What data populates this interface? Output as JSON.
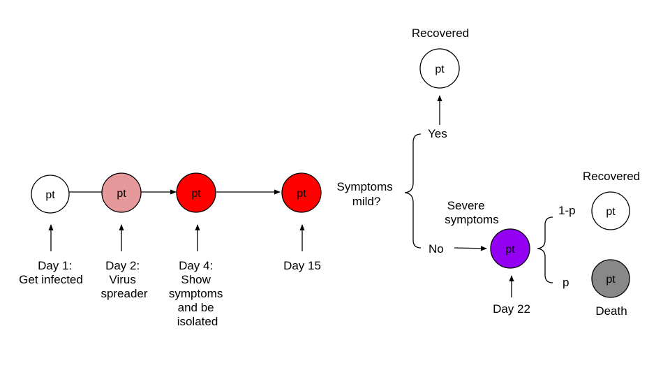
{
  "colors": {
    "infected": "#ffffff",
    "spreader": "#e6999a",
    "symptomatic": "#ff0000",
    "severe": "#9400f2",
    "death": "#888888",
    "recovered": "#ffffff"
  },
  "nodes": {
    "day1": "pt",
    "day2": "pt",
    "day4": "pt",
    "day15": "pt",
    "recovered_mild": "pt",
    "severe": "pt",
    "recovered_severe": "pt",
    "death": "pt"
  },
  "labels": {
    "day1": [
      "Day 1:",
      "Get infected"
    ],
    "day2": [
      "Day 2:",
      "Virus",
      "spreader"
    ],
    "day4": [
      "Day 4:",
      "Show",
      "symptoms",
      "and be",
      "isolated"
    ],
    "day15": [
      "Day 15"
    ],
    "question": [
      "Symptoms",
      "mild?"
    ],
    "yes": "Yes",
    "no": "No",
    "recovered_top": "Recovered",
    "severe_title": [
      "Severe",
      "symptoms"
    ],
    "day22": "Day 22",
    "prob_recover": "1-p",
    "prob_death": "p",
    "recovered_right": "Recovered",
    "death": "Death"
  }
}
